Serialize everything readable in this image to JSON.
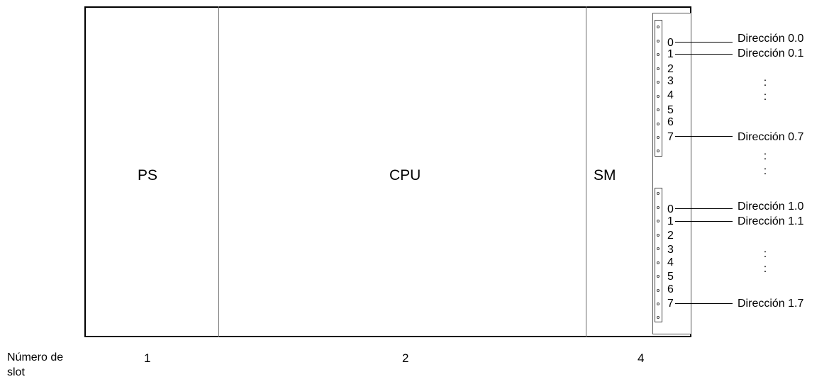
{
  "modules": {
    "ps": "PS",
    "cpu": "CPU",
    "sm": "SM"
  },
  "slots": {
    "caption_line1": "Número de",
    "caption_line2": "slot",
    "ps": "1",
    "cpu": "2",
    "sm": "4"
  },
  "byte0": {
    "bits": [
      "0",
      "1",
      "2",
      "3",
      "4",
      "5",
      "6",
      "7"
    ],
    "addresses": {
      "bit0": "Dirección 0.0",
      "bit1": "Dirección 0.1",
      "bit7": "Dirección 0.7"
    }
  },
  "byte1": {
    "bits": [
      "0",
      "1",
      "2",
      "3",
      "4",
      "5",
      "6",
      "7"
    ],
    "addresses": {
      "bit0": "Dirección 1.0",
      "bit1": "Dirección 1.1",
      "bit7": "Dirección 1.7"
    }
  },
  "ellipsis": ":"
}
